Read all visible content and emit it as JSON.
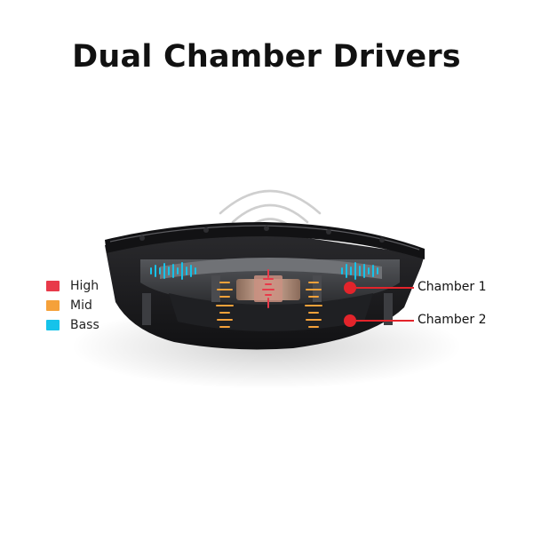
{
  "title": "Dual Chamber Drivers",
  "legend": [
    {
      "label": "High",
      "color": "#e83a4a"
    },
    {
      "label": "Mid",
      "color": "#f5a13a"
    },
    {
      "label": "Bass",
      "color": "#16c3ea"
    }
  ],
  "callouts": {
    "chamber1": "Chamber 1",
    "chamber2": "Chamber 2"
  },
  "colors": {
    "housing": "#1b1b1d",
    "callout_line": "#e3242b",
    "sound_waves": "#cfcfcf"
  }
}
